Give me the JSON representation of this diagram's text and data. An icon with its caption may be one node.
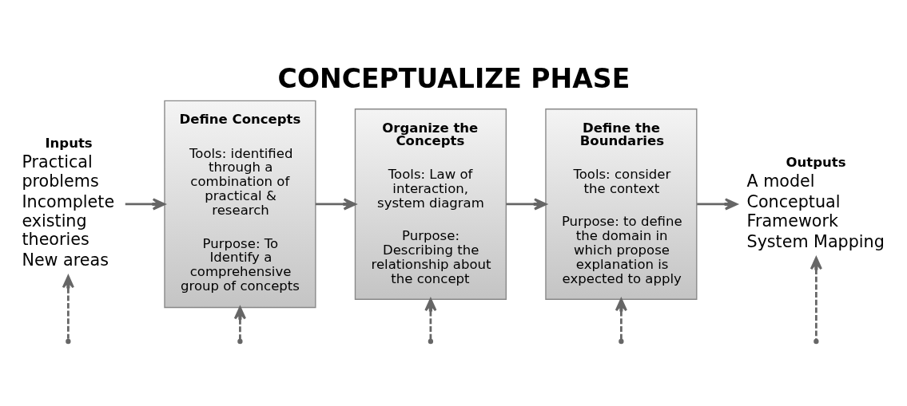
{
  "diagram": {
    "title": "CONCEPTUALIZE PHASE",
    "nodes": [
      {
        "text": [
          "Inputs",
          "Practical problems",
          "Incomplete existing theories",
          "New areas"
        ]
      },
      {
        "text": [
          "Define Concepts",
          "Tools: identified through a combination of practical & research",
          "Purpose: To Identify a comprehensive group of concepts"
        ]
      },
      {
        "text": [
          "Organize the Concepts",
          "Tools: Law of interaction, system diagram",
          "Purpose: Describing the relationship about the concept"
        ]
      },
      {
        "text": [
          "Define the Boundaries",
          "Tools: consider the context",
          "Purpose: to define the domain in which propose explanation is expected to apply"
        ]
      },
      {
        "text": [
          "Outputs",
          "A model",
          "Conceptual Framework",
          "System Mapping"
        ]
      }
    ],
    "edges": [
      {
        "from": 0,
        "to": 1,
        "arrow": "to"
      },
      {
        "from": 1,
        "to": 2,
        "arrow": "to"
      },
      {
        "from": 2,
        "to": 3,
        "arrow": "to"
      },
      {
        "from": 3,
        "to": 4,
        "arrow": "to"
      },
      {
        "from": null,
        "to": 0,
        "arrow": "to",
        "style": "dashed"
      },
      {
        "from": null,
        "to": 1,
        "arrow": "to",
        "style": "dashed"
      },
      {
        "from": null,
        "to": 2,
        "arrow": "to",
        "style": "dashed"
      },
      {
        "from": null,
        "to": 3,
        "arrow": "to",
        "style": "dashed"
      },
      {
        "from": null,
        "to": 4,
        "arrow": "to",
        "style": "dashed"
      }
    ]
  }
}
